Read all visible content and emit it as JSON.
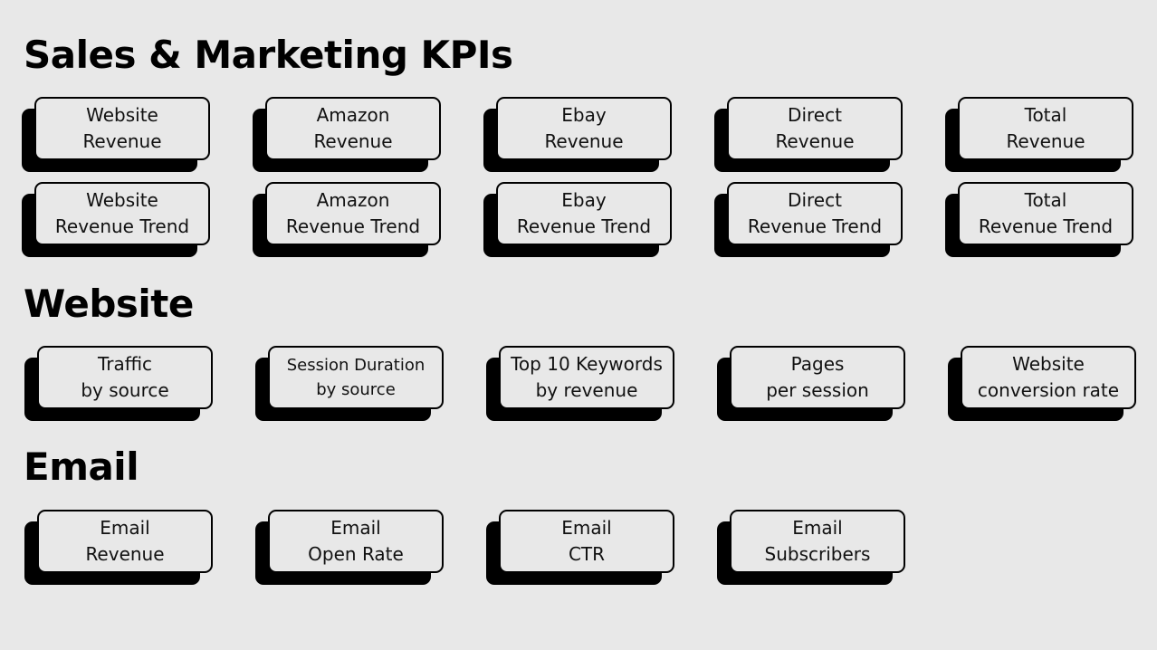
{
  "sections": [
    {
      "title": "Sales & Marketing KPIs"
    },
    {
      "title": "Website"
    },
    {
      "title": "Email"
    }
  ],
  "kpi_buttons": [
    "Website\nRevenue",
    "Amazon\nRevenue",
    "Ebay\nRevenue",
    "Direct\nRevenue",
    "Total\nRevenue",
    "Website\nRevenue Trend",
    "Amazon\nRevenue Trend",
    "Ebay\nRevenue Trend",
    "Direct\nRevenue Trend",
    "Total\nRevenue Trend"
  ],
  "website_buttons": [
    "Traffic\nby source",
    "Session Duration\nby source",
    "Top 10 Keywords\nby revenue",
    "Pages\nper session",
    "Website\nconversion rate"
  ],
  "email_buttons": [
    "Email\nRevenue",
    "Email\nOpen Rate",
    "Email\nCTR",
    "Email\nSubscribers"
  ]
}
